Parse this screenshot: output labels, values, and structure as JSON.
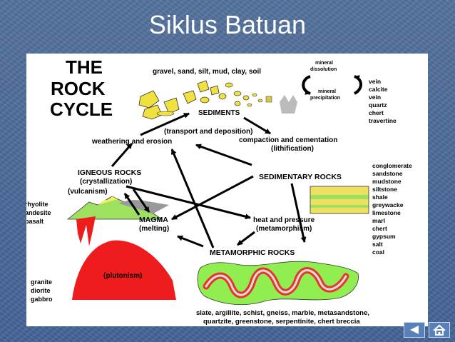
{
  "slide": {
    "title": "Siklus Batuan"
  },
  "diagram": {
    "heading": [
      "THE",
      "ROCK",
      "CYCLE"
    ],
    "sediment_types": "gravel, sand, silt, mud, clay, soil",
    "sediments": "SEDIMENTS",
    "transport": "(transport and deposition)",
    "compaction": "compaction and cementation",
    "lithification": "(lithification)",
    "weathering": "weathering and erosion",
    "igneous": "IGNEOUS ROCKS",
    "crystallization": "(crystallization)",
    "vulcanism": "(vulcanism)",
    "extrusive": [
      "rhyolite",
      "andesite",
      "basalt"
    ],
    "magma": "MAGMA",
    "melting": "(melting)",
    "plutonism": "(plutonism)",
    "intrusive": [
      "granite",
      "diorite",
      "gabbro"
    ],
    "sedimentary": "SEDIMENTARY ROCKS",
    "heat": "heat and pressure",
    "metamorphism": "(metamorphism)",
    "metamorphic": "METAMORPHIC ROCKS",
    "metamorphic_types": [
      "slate, argillite, schist, gneiss, marble, metasandstone,",
      "quartzite, greenstone, serpentinite, chert breccia"
    ],
    "dissolution": [
      "mineral",
      "dissolution"
    ],
    "precipitation": [
      "mineral",
      "precipitation"
    ],
    "chemical_rocks": [
      "vein",
      "calcite",
      "vein",
      "quartz",
      "chert",
      "travertine"
    ],
    "sedimentary_types": [
      "conglomerate",
      "sandstone",
      "mudstone",
      "siltstone",
      "shale",
      "greywacke",
      "limestone",
      "marl",
      "chert",
      "gypsum",
      "salt",
      "coal"
    ]
  },
  "nav": {
    "back_icon": "triangle-left-icon",
    "home_icon": "home-icon"
  }
}
